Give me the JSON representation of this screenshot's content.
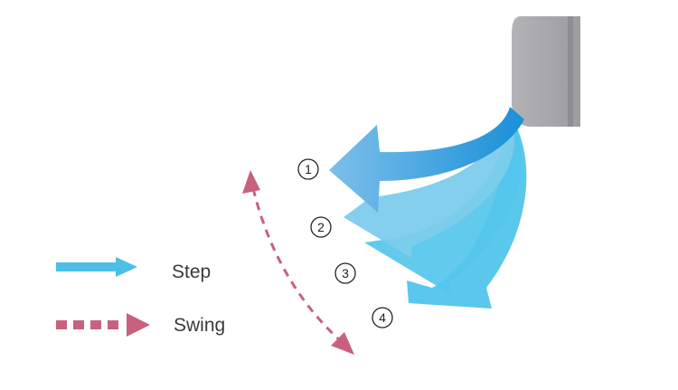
{
  "legend": {
    "step_label": "Step",
    "swing_label": "Swing"
  },
  "positions": [
    {
      "label": "1"
    },
    {
      "label": "2"
    },
    {
      "label": "3"
    },
    {
      "label": "4"
    }
  ],
  "colors": {
    "unit_body": "#a9a9ab",
    "unit_edge": "#8e8e90",
    "step_arrow": "#4dbfe6",
    "swing_arrow": "#c8617e",
    "flow_1": "#3aa6df",
    "flow_2": "#7cccec",
    "flow_3": "#55c6ea",
    "flow_4": "#4cc3ea"
  }
}
